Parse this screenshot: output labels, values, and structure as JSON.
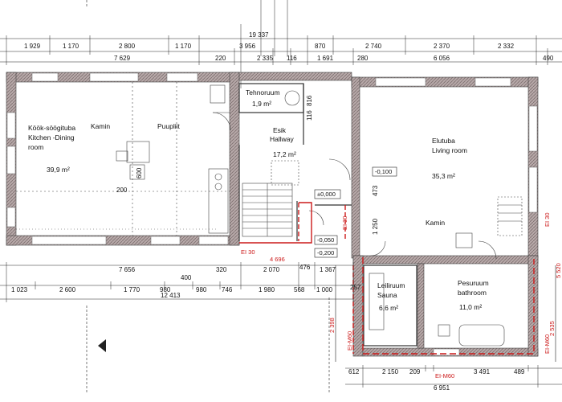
{
  "top_dims": {
    "total": "19 337",
    "row1": [
      "1 929",
      "1 170",
      "2 800",
      "1 170",
      "3 956",
      "870",
      "2 740",
      "2 370",
      "2 332"
    ],
    "row2": [
      "7 629",
      "220",
      "2 335",
      "116",
      "1 691",
      "280",
      "6 056",
      "490"
    ]
  },
  "rooms": {
    "kitchen": {
      "name1": "Köök-söögituba",
      "name2": "Kitchen -Dining",
      "name3": "room",
      "area": "39,9 m²",
      "kamin": "Kamin",
      "puupliit": "Puupliit"
    },
    "tech": {
      "name": "Tehnoruum",
      "area": "1,9 m²"
    },
    "hallway": {
      "name1": "Esik",
      "name2": "Hallway",
      "area": "17,2 m²"
    },
    "living": {
      "name1": "Elutuba",
      "name2": "Living room",
      "area": "35,3 m²",
      "kamin": "Kamin"
    },
    "sauna": {
      "name1": "Leiliruum",
      "name2": "Sauna",
      "area": "6,6 m²"
    },
    "bath": {
      "name1": "Pesuruum",
      "name2": "bathroom",
      "area": "11,0 m²"
    }
  },
  "levels": {
    "l1": "±0,000",
    "l2": "-0,100",
    "l3": "-0,050",
    "l4": "-0,200"
  },
  "inner_dims": {
    "d600": "600",
    "d200": "200",
    "d816": "816",
    "d116": "116",
    "d473": "473",
    "d1250": "1 250",
    "d4696": "4 696"
  },
  "fire": {
    "ei30a": "EI 30",
    "ei30b": "EI 30",
    "ei30c": "EI 30",
    "eim60a": "EI-M60",
    "eim60b": "EI-M60",
    "eim60c": "EI-M60"
  },
  "bottom_dims": {
    "row1": [
      "7 656",
      "320",
      "2 070",
      "476",
      "1 367"
    ],
    "mid": "400",
    "row2": [
      "1 023",
      "2 600",
      "1 770",
      "980",
      "980",
      "746",
      "1 980",
      "568",
      "1 000",
      "257"
    ],
    "total_left": "12 413",
    "vert_left": "2 398",
    "vert_right": "2 535",
    "right_edge": "5 520",
    "row3": [
      "612",
      "2 150",
      "209",
      "3 491",
      "489"
    ],
    "total_right": "6 951"
  },
  "colors": {
    "wall": "#9c8e8e",
    "fire": "#cc1a1a"
  }
}
